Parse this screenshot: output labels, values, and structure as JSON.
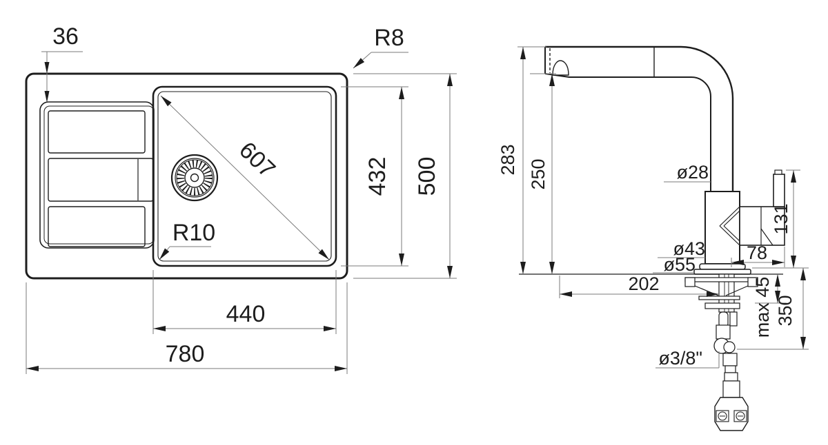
{
  "sink_view": {
    "dim_rim_offset": "36",
    "dim_corner_radius_outer": "R8",
    "dim_diagonal": "607",
    "dim_bowl_depth": "432",
    "dim_overall_depth": "500",
    "dim_bowl_corner_radius": "R10",
    "dim_bowl_width": "440",
    "dim_overall_width": "780"
  },
  "faucet_view": {
    "dim_overall_height": "283",
    "dim_spout_height": "250",
    "dim_spout_tube_diameter": "ø28",
    "dim_handle_height": "131",
    "dim_body_diameter": "ø43",
    "dim_handle_projection": "78",
    "dim_base_diameter": "ø55",
    "dim_spout_reach": "202",
    "dim_max_counter_thickness": "max 45",
    "dim_hose_length": "350",
    "dim_hose_connection": "ø3/8\""
  }
}
